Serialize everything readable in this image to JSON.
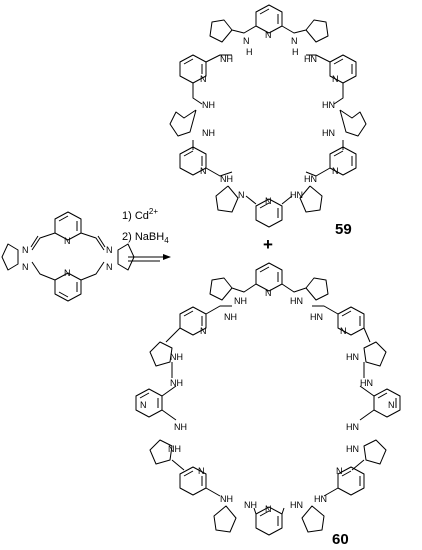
{
  "reaction": {
    "steps": [
      {
        "prefix": "1) ",
        "main": "Cd",
        "sup": "2+",
        "sub": ""
      },
      {
        "prefix": "2) ",
        "main": "NaBH",
        "sup": "",
        "sub": "4"
      }
    ],
    "plus_sign": "+"
  },
  "compounds": {
    "product_59_label": "59",
    "product_60_label": "60"
  },
  "atom_labels": {
    "pyridine_n": "N",
    "imine_n": "N",
    "amine": "NH",
    "amine_rev": "HN",
    "amine_n": "N",
    "amine_h": "H"
  }
}
